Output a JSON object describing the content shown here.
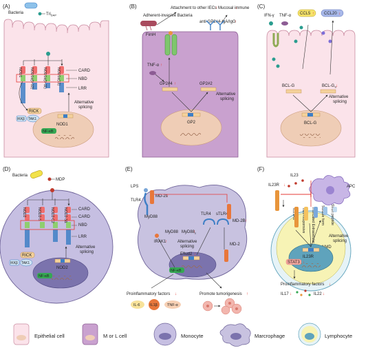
{
  "panels": {
    "a": {
      "label": "(A)",
      "bacteria": "Bacteria",
      "tri": "Tri",
      "tri_sub": "DAP",
      "receptors": [
        "NOD1",
        "NOD1α(9-12)",
        "NOD1α(9-11)",
        "NOD1α(11)"
      ],
      "domains": [
        "CARD",
        "NBD",
        "LRR"
      ],
      "rick": "RICK",
      "ikkb": "IKKβ",
      "tak1": "TAK1",
      "alt": [
        "Alternative",
        "splicing"
      ],
      "gene": "NOD1",
      "nfkb": "NF-κB"
    },
    "b": {
      "label": "(B)",
      "attach": "Attachment to other IECs",
      "mucosal": "Mucosal immune",
      "aiec": "Adherent-invasive Bacteria",
      "anti": "anti-GP2#4-IgA/IgG",
      "fimh": "FimH",
      "tnf": "TNF-α",
      "gp2_4": "GP2#4",
      "gp2_2": "GP2#2",
      "alt": [
        "Alternative",
        "splicing"
      ],
      "gene": "GP2"
    },
    "c": {
      "label": "(C)",
      "ifn": "IFN-γ",
      "tnf": "TNF-α",
      "ccl5": "CCL5",
      "ccl20": "CCL20",
      "bclg1": "BCL-G",
      "bclg2": "BCL-G",
      "bclg2_sub": "S",
      "alt": [
        "Alternative",
        "splicing"
      ],
      "gene": "BCL-G"
    },
    "d": {
      "label": "(D)",
      "bacteria": "Bacteria",
      "mdp": "MDP",
      "receptors": [
        "NOD2",
        "NOD2-S",
        "NOD2-C2",
        "NOD2-3Δ"
      ],
      "domains": [
        "CARD",
        "CARD",
        "NBD",
        "LRR"
      ],
      "rick": "RICK",
      "ikkb": "IKKβ",
      "tak1": "TAK1",
      "alt": [
        "Alternative",
        "splicing"
      ],
      "gene": "NOD2",
      "nfkb": "NF-κB"
    },
    "e": {
      "label": "(E)",
      "lps": "LPS",
      "tlr4": "TLR4",
      "md2s": "MD-2s",
      "myd88": "MyD88",
      "myd88s": "MyD88",
      "myd88s_sub": "s",
      "tlr4b": "TLR4",
      "stlr4": "sTLR4",
      "md2b": "MD-2B",
      "irak1": "IRAK1",
      "alt": [
        "Alternative",
        "splicing"
      ],
      "md2": "MD-2",
      "eftud2": "Eftud2",
      "nfkb": "NF-κB",
      "proinf": "Proinflammatory factors",
      "tumor": "Promote tumorigenesis",
      "cytokines": [
        "IL-6",
        "IL1β",
        "TNF-α"
      ]
    },
    "f": {
      "label": "(F)",
      "il23": "IL23",
      "il23r": "IL23R",
      "apc": "APC",
      "il23r_v": "IL23Rα",
      "nonresp": "Non-responsive",
      "trunc": "Truncated Extracellular",
      "soluble": "Soluble form",
      "short": "Short peptide",
      "alt": [
        "Alternative",
        "splicing"
      ],
      "nmd": "NMD",
      "gene": "IL23R",
      "stat3": "STAT3",
      "proinf": "Proinflammatory factors",
      "il17": "IL17",
      "il22": "IL22"
    }
  },
  "legend": [
    {
      "label": "Epithelial cell"
    },
    {
      "label": "M or L cell"
    },
    {
      "label": "Monocyte"
    },
    {
      "label": "Marcrophage"
    },
    {
      "label": "Lymphocyte"
    }
  ],
  "colors": {
    "epithelial": "#fbe3ea",
    "m_cell": "#c9a1cf",
    "monocyte": "#c6bfe2",
    "macrophage": "#c8c2e0",
    "lymphocyte_outer": "#e6f3f7",
    "lymphocyte_inner": "#f7f3b5",
    "nucleus": "#efcdb6",
    "red": "#e53935",
    "green": "#35a853",
    "blue": "#3e7fc6"
  }
}
